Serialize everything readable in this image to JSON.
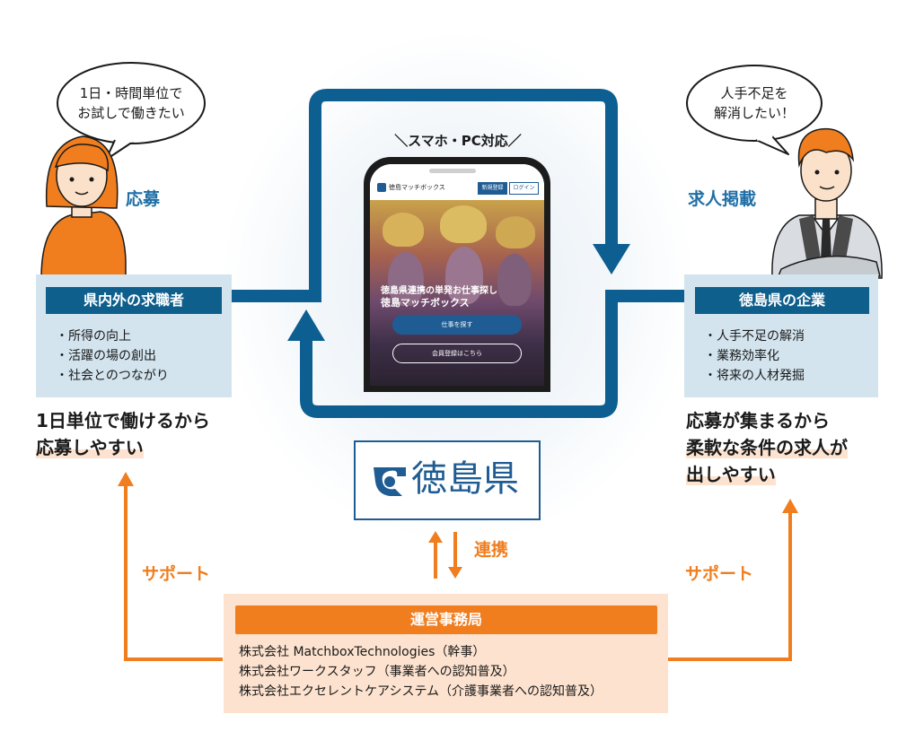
{
  "left_bubble": {
    "line1": "1日・時間単位で",
    "line2": "お試しで働きたい"
  },
  "right_bubble": {
    "line1": "人手不足を",
    "line2": "解消したい！"
  },
  "left_role": "応募",
  "right_role": "求人掲載",
  "device_caption": "＼スマホ・PC対応／",
  "job_seekers": {
    "title": "県内外の求職者",
    "items": [
      "所得の向上",
      "活躍の場の創出",
      "社会とのつながり"
    ]
  },
  "companies": {
    "title": "徳島県の企業",
    "items": [
      "人手不足の解消",
      "業務効率化",
      "将来の人材発掘"
    ]
  },
  "left_benefit": {
    "line1": "1日単位で働けるから",
    "line2": "応募しやすい"
  },
  "right_benefit": {
    "line1": "応募が集まるから",
    "line2": "柔軟な条件の求人が",
    "line3": "出しやすい"
  },
  "phone_screen": {
    "brand": "徳島マッチボックス",
    "register_button": "新規登録",
    "login_button": "ログイン",
    "headline1": "徳島県連携の単発お仕事探し",
    "headline2": "徳島マッチボックス",
    "search_button": "仕事を探す",
    "member_button": "会員登録はこちら"
  },
  "prefecture_name": "徳島県",
  "link_label": "連携",
  "support_left": "サポート",
  "support_right": "サポート",
  "office": {
    "title": "運営事務局",
    "lines": [
      "株式会社 MatchboxTechnologies（幹事）",
      "株式会社ワークスタッフ（事業者への認知普及）",
      "株式会社エクセレントケアシステム（介護事業者への認知普及）"
    ]
  },
  "colors": {
    "blue": "#0f5f8c",
    "flow_blue": "#0d5f91",
    "orange": "#f07d1e",
    "panel": "#d3e4ef",
    "peach": "#fde3cf"
  }
}
